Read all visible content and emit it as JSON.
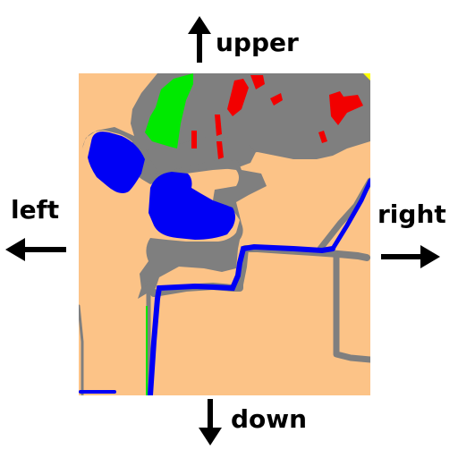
{
  "directions": {
    "upper": "upper",
    "left": "left",
    "right": "right",
    "down": "down"
  },
  "icons": {
    "up": "arrow-up-icon",
    "left": "arrow-left-icon",
    "right": "arrow-right-icon",
    "down": "arrow-down-icon"
  },
  "colors": {
    "land": "#fcc387",
    "road": "#7f7f7f",
    "water": "#0000f5",
    "vegetation": "#00e900",
    "building": "#f20000",
    "highlight": "#ffff00"
  }
}
